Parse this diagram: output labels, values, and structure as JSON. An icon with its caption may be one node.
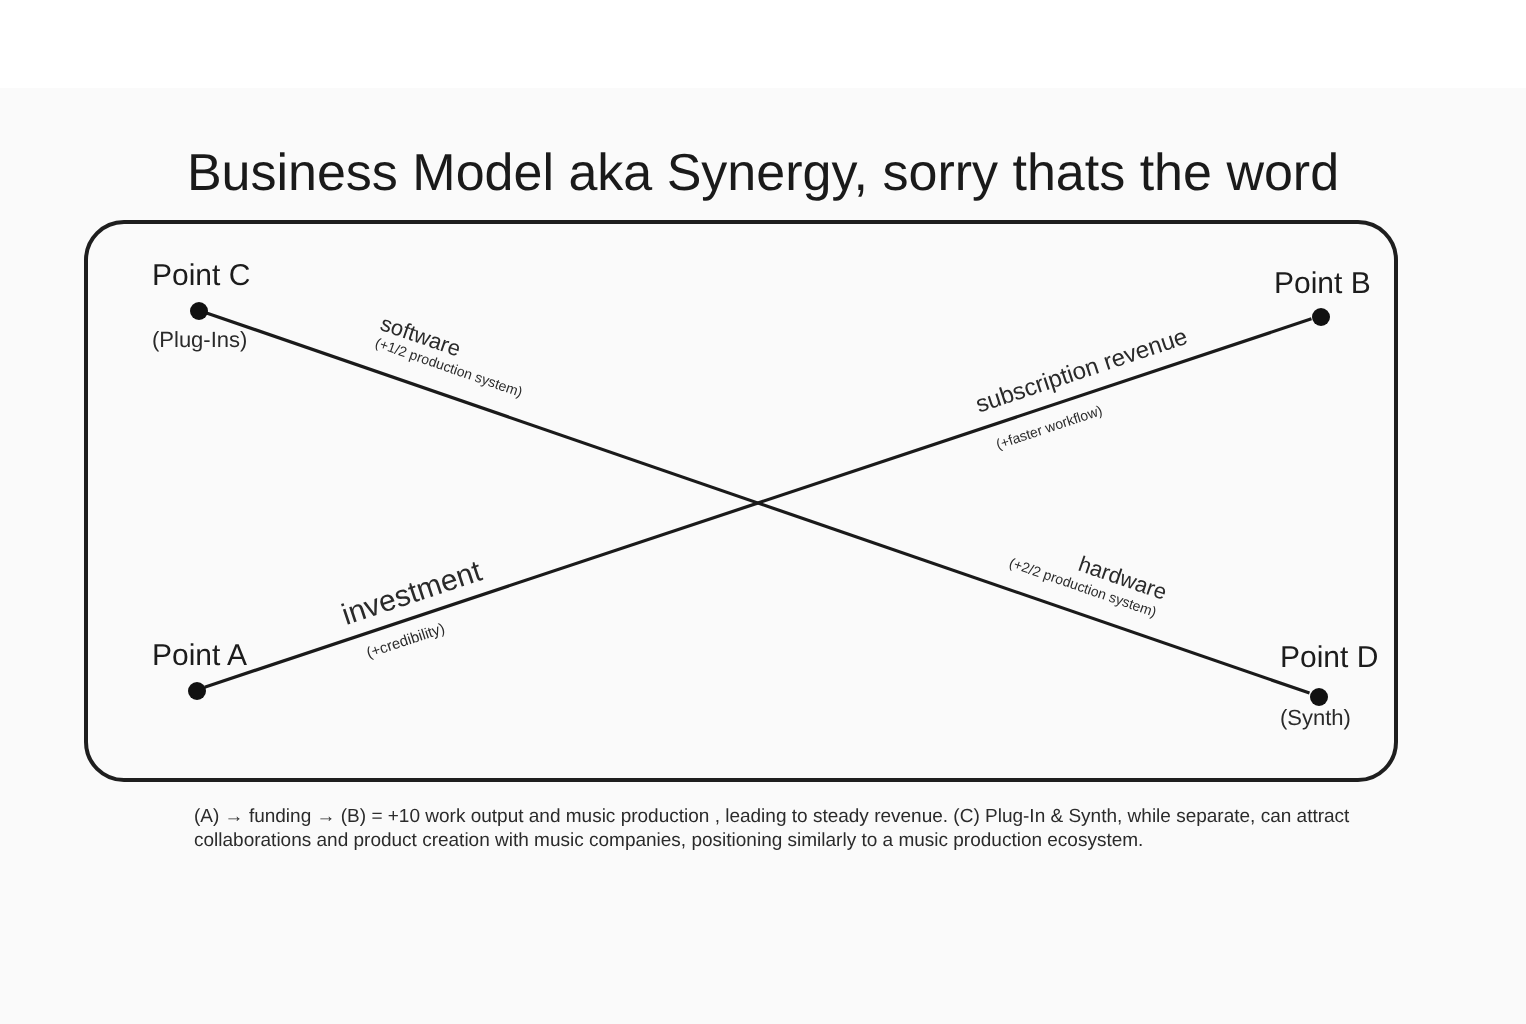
{
  "diagram": {
    "title": "Business Model aka Synergy, sorry thats the word",
    "caption": "(A) → funding → (B) = +10 work output and music production , leading to steady revenue. (C) Plug-In & Synth, while separate, can attract collaborations and product creation with music companies, positioning similarly to a music production ecosystem.",
    "nodes": [
      {
        "text": [],
        "shape": "box"
      },
      {
        "text": [],
        "shape": "circle",
        "in": 0,
        "beside": [
          "Point C",
          "(Plug-Ins)"
        ]
      },
      {
        "text": [],
        "shape": "circle",
        "in": 0,
        "beside": [
          "Point B"
        ]
      },
      {
        "text": [],
        "shape": "circle",
        "in": 0,
        "beside": [
          "Point A"
        ]
      },
      {
        "text": [],
        "shape": "circle",
        "in": 0,
        "beside": [
          "Point D",
          "(Synth)"
        ]
      }
    ],
    "edges": [
      {
        "from": 1,
        "to": 4,
        "arrow": "none",
        "label": "software"
      },
      {
        "from": 3,
        "to": 2,
        "arrow": "none",
        "label": "investment"
      }
    ],
    "labels": [
      "(+1/2 production system)",
      "subscription revenue",
      "(+faster workflow)",
      "hardware",
      "(+2/2 production system)",
      "(+credibility)"
    ]
  }
}
